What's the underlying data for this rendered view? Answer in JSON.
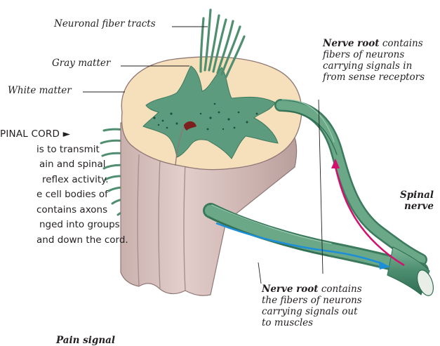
{
  "labels": {
    "fiber_tracts": "Neuronal fiber tracts",
    "gray_matter": "Gray matter",
    "white_matter": "White matter",
    "root_in_bold": "Nerve root",
    "root_in_rest": [
      " contains",
      "fibers of neurons",
      "carrying signals in",
      "from sense receptors"
    ],
    "spinal_nerve": [
      "Spinal",
      "nerve"
    ],
    "root_out_bold": "Nerve root",
    "root_out_rest": [
      " contains",
      "the fibers of neurons",
      "carrying signals out",
      "to muscles"
    ],
    "pain_signal": "Pain signal"
  },
  "side_text": {
    "title": "PINAL CORD ►",
    "lines": [
      " is to transmit",
      "ain and spinal",
      "reflex activity.",
      "e cell bodies of",
      " contains axons",
      "nged into groups",
      " and down the cord."
    ]
  },
  "colors": {
    "white_matter": "#f6dfbb",
    "gray_matter": "#5d9b7e",
    "fiber": "#5f9d7e",
    "fiber_dark": "#2f6f55",
    "column_side": "#d9c3c0",
    "column_shadow": "#b49c9a",
    "signal_in": "#d4106f",
    "signal_out": "#1c8fd8"
  },
  "icons": {
    "sensory_arrow": "arrow-up-icon",
    "motor_arrow": "arrow-right-icon",
    "title_pointer": "triangle-right-icon"
  }
}
